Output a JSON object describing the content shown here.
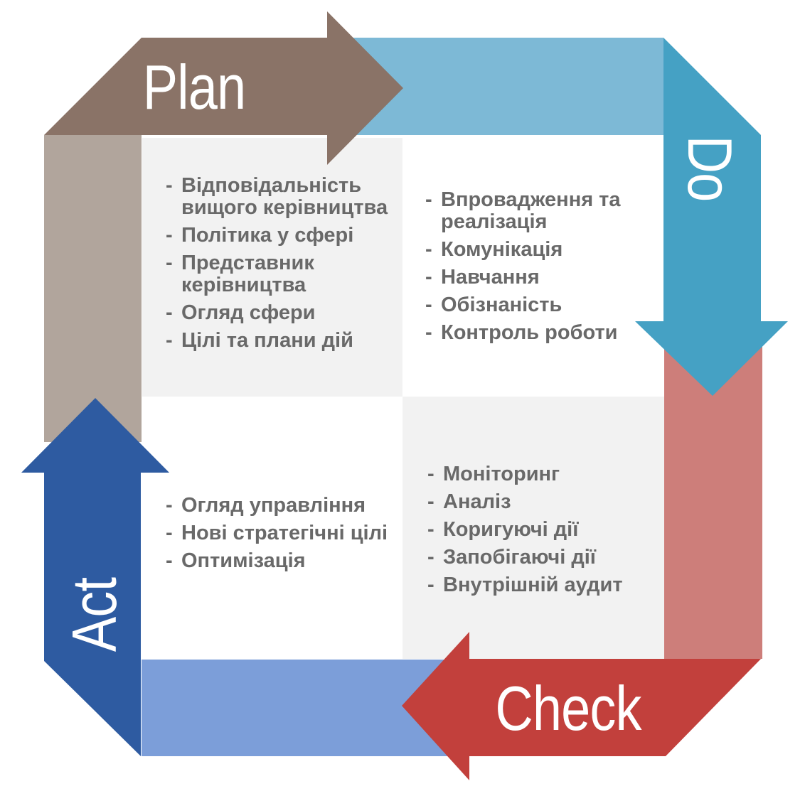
{
  "diagram": {
    "title": "PDCA cycle",
    "bullet": "-",
    "labels": {
      "plan": "Plan",
      "do": "Do",
      "check": "Check",
      "act": "Act"
    },
    "plan_items": [
      "Відповідальність вищого керівництва",
      "Політика у сфері",
      "Представник керівництва",
      "Огляд сфери",
      "Цілі та плани дій"
    ],
    "do_items": [
      "Впровадження та реалізація",
      "Комунікація",
      "Навчання",
      "Обізнаність",
      "Контроль роботи"
    ],
    "check_items": [
      "Моніторинг",
      "Аналіз",
      "Коригуючі дії",
      "Запобігаючі дії",
      "Внутрішній аудит"
    ],
    "act_items": [
      "Огляд управління",
      "Нові стратегічні цілі",
      "Оптимізація"
    ],
    "colors": {
      "plan_arrow": "#8a7367",
      "plan_tail": "#b1a59c",
      "do_arrow": "#45a1c4",
      "do_tail": "#7db9d6",
      "check_arrow": "#c2403c",
      "check_tail": "#cd7e7a",
      "act_arrow": "#2e5ba1",
      "act_tail": "#7c9ed9",
      "quadrant_bg": "#f2f2f2",
      "list_text": "#696969",
      "label_text": "#ffffff"
    }
  }
}
